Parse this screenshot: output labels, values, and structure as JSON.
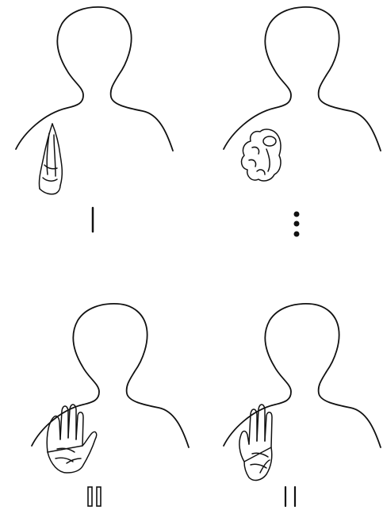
{
  "panels": [
    {
      "id": "top-left",
      "hand": "hand-edge-vertical-icon",
      "marker": "single-line"
    },
    {
      "id": "top-right",
      "hand": "hand-fist-icon",
      "marker": "three-dots"
    },
    {
      "id": "bottom-left",
      "hand": "hand-open-palm-icon",
      "marker": "double-outlined-lines"
    },
    {
      "id": "bottom-right",
      "hand": "hand-flat-raised-icon",
      "marker": "double-lines"
    }
  ]
}
